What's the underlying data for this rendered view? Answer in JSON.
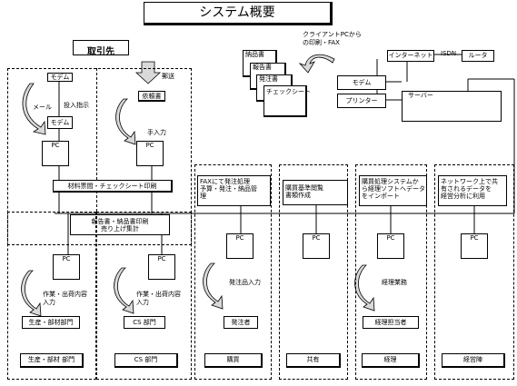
{
  "title": "システム概要",
  "partner": {
    "heading": "取引先",
    "modem_top": "モデム",
    "mail": "メール",
    "submit_order": "投入指示",
    "modem_bottom": "モデム",
    "pc_mail": "PC",
    "send": "郵送",
    "request_form": "依頼書",
    "manual_input": "手入力",
    "pc_post": "PC"
  },
  "client_print": {
    "caption_line1": "クライアントPCから",
    "caption_line2": "の印刷・FAX",
    "docs": [
      "納品書",
      "報告書",
      "発注書",
      "チェックシート"
    ]
  },
  "network": {
    "internet": "インターネット",
    "isdn": "ISDN",
    "router": "ルータ",
    "modem": "モデム",
    "printer": "プリンター",
    "server": "サーバー"
  },
  "functions": {
    "material_voucher": "材料票間・チェックシート印刷",
    "report_print_line1": "報告書・納品書印刷",
    "report_print_line2": "売り上げ集計"
  },
  "departments": {
    "purchasing_desc": [
      "FAXにて発注処理",
      "予算・発注・納品管",
      "理"
    ],
    "shared_desc": [
      "購買基準閲覧",
      "書類作成"
    ],
    "accounting_desc": [
      "購買処理システムか",
      "ら経理ソフトへデータ",
      "をインポート"
    ],
    "mgmt_desc": [
      "ネットワーク上で共",
      "有されるデータを",
      "経営分析に利用"
    ]
  },
  "pcs": {
    "prod_pc": "PC",
    "cs_pc": "PC",
    "purch_pc": "PC",
    "shared_pc": "PC",
    "acct_pc": "PC",
    "mgmt_pc": "PC"
  },
  "workers": {
    "work_input_line1": "作業・出荷内容",
    "work_input_line2": "入力",
    "prod_dept": "生産・部材部門",
    "cs_work_line1": "作業・出荷内容",
    "cs_work_line2": "入力",
    "cs_dept": "CS 部門",
    "order_input": "発注品入力",
    "orderer": "発注者",
    "accounting_work": "経理業務",
    "accounting_person": "経理担当者"
  },
  "zones": {
    "prod": "生産・部材 部門",
    "cs": "CS 部門",
    "purchasing": "購買",
    "shared": "共有",
    "accounting": "経理",
    "mgmt": "経営陣"
  }
}
